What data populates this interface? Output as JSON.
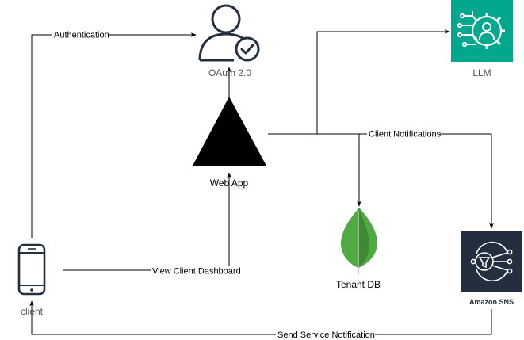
{
  "nodes": {
    "oauth": {
      "label": "OAuth 2.0",
      "icon": "user-check-icon"
    },
    "llm": {
      "label": "LLM",
      "icon": "ai-brain-icon",
      "color": "#01a88d"
    },
    "webapp": {
      "label": "Web App",
      "icon": "triangle-logo-icon"
    },
    "tenantdb": {
      "label": "Tenant DB",
      "icon": "mongodb-leaf-icon",
      "color": "#4faa41"
    },
    "sns": {
      "label": "Amazon SNS",
      "icon": "amazon-sns-icon",
      "color": "#232f3e"
    },
    "client": {
      "label": "client",
      "icon": "mobile-phone-icon"
    }
  },
  "edges": {
    "authentication": "Authentication",
    "client_notifications": "Client Notifications",
    "view_dashboard": "View Client Dashboard",
    "send_notification": "Send Service Notification"
  },
  "colors": {
    "oauth_label": "#555555",
    "llm_label": "#555555",
    "edge": "#000000"
  }
}
